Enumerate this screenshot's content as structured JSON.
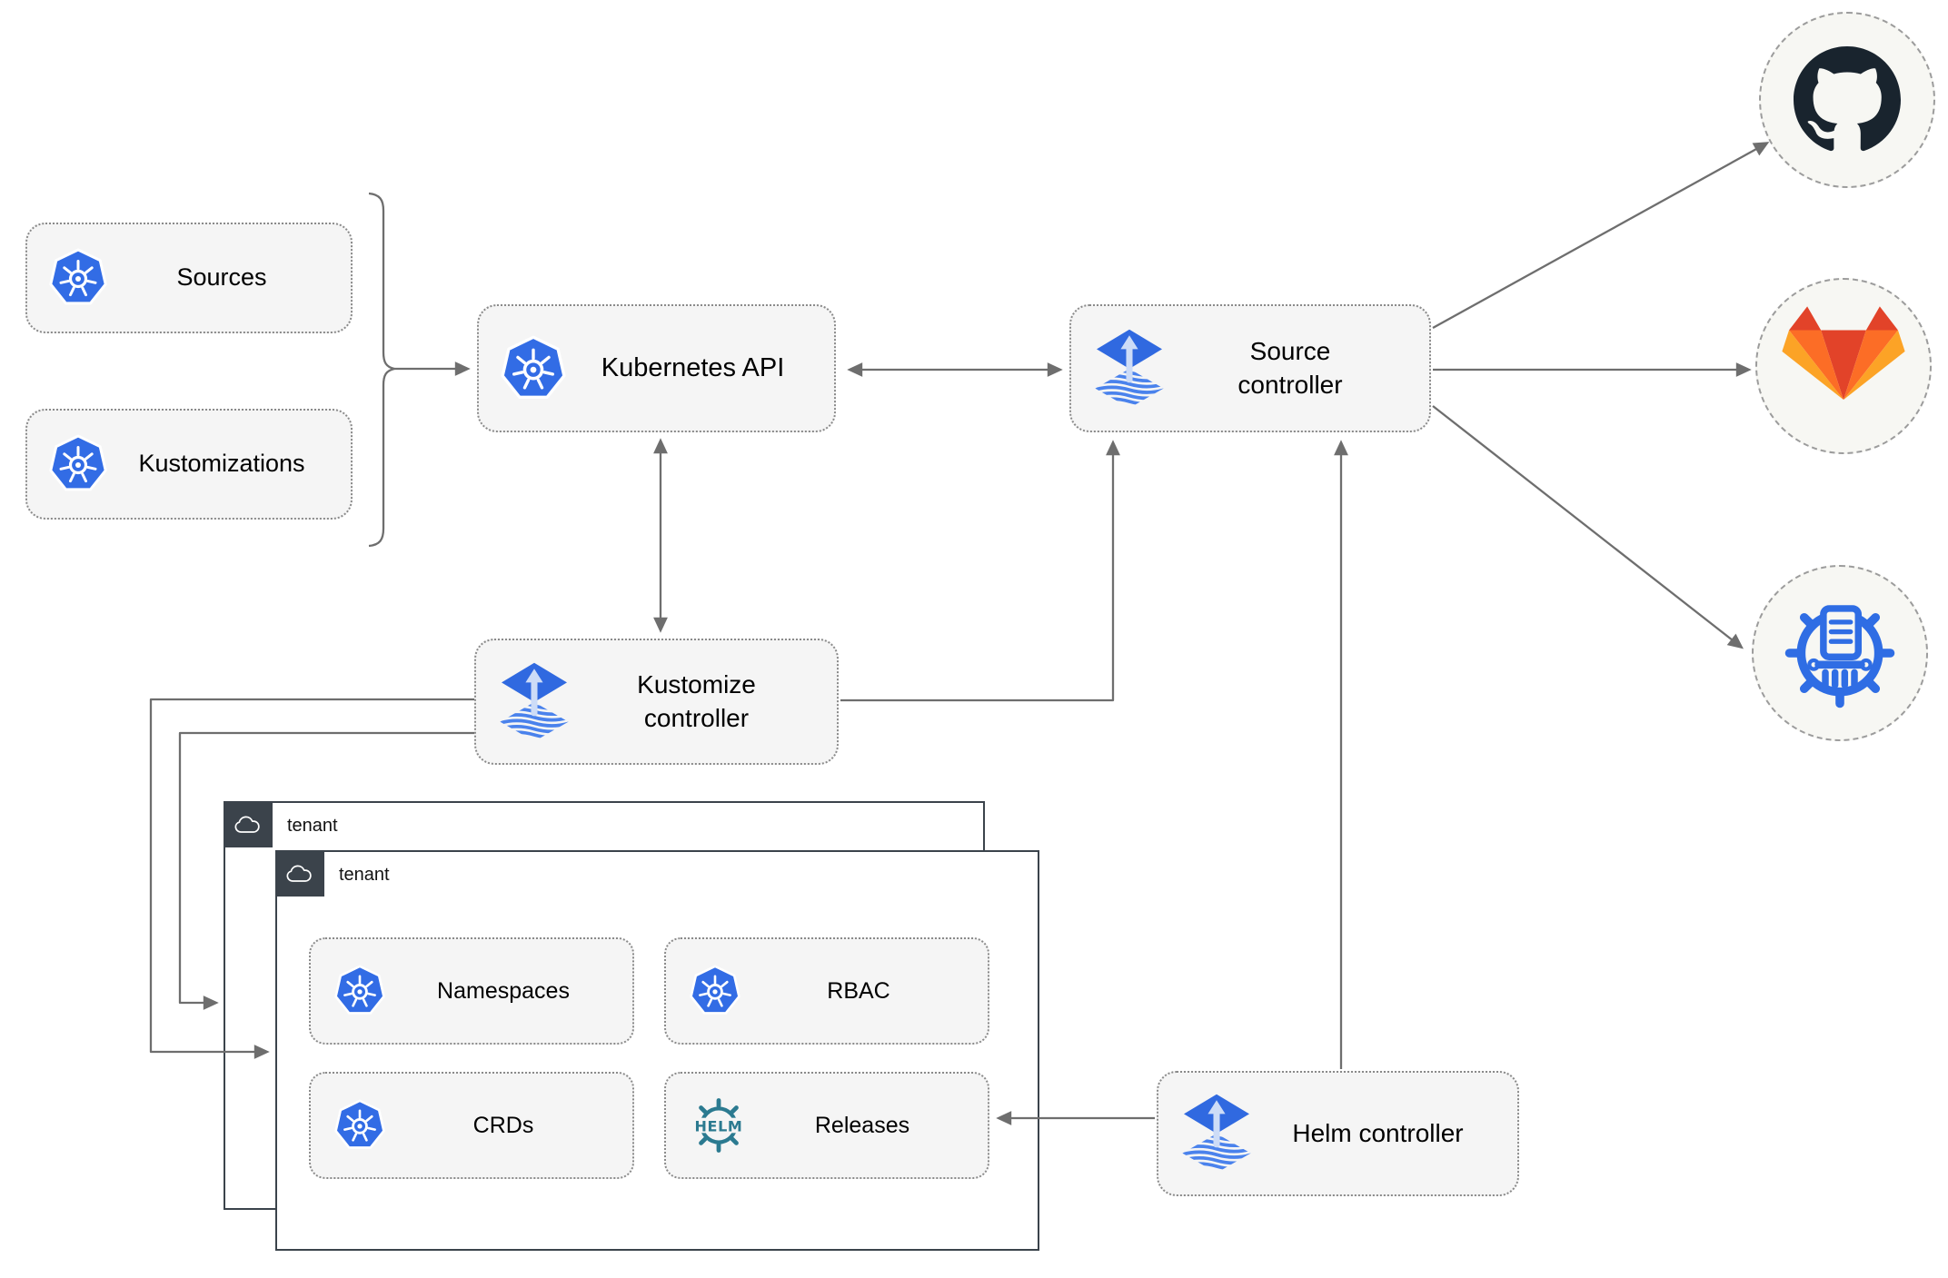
{
  "nodes": {
    "sources": {
      "label": "Sources",
      "icon": "kubernetes-icon"
    },
    "kustomizations": {
      "label": "Kustomizations",
      "icon": "kubernetes-icon"
    },
    "kubernetes_api": {
      "label": "Kubernetes API",
      "icon": "kubernetes-icon"
    },
    "source_controller": {
      "label": "Source controller",
      "icon": "flux-icon"
    },
    "kustomize_controller": {
      "label": "Kustomize controller",
      "icon": "flux-icon"
    },
    "helm_controller": {
      "label": "Helm controller",
      "icon": "flux-icon"
    },
    "namespaces": {
      "label": "Namespaces",
      "icon": "kubernetes-icon"
    },
    "rbac": {
      "label": "RBAC",
      "icon": "kubernetes-icon"
    },
    "crds": {
      "label": "CRDs",
      "icon": "kubernetes-icon"
    },
    "releases": {
      "label": "Releases",
      "icon": "helm-wheel-icon"
    }
  },
  "tenants": {
    "back": {
      "label": "tenant",
      "icon": "cloud-icon"
    },
    "front": {
      "label": "tenant",
      "icon": "cloud-icon"
    }
  },
  "external_sources": {
    "github": {
      "icon": "github-octocat-icon"
    },
    "gitlab": {
      "icon": "gitlab-tanuki-icon"
    },
    "helm_repository": {
      "icon": "chartmuseum-column-icon"
    }
  },
  "helm_logo": {
    "text": "HELM"
  },
  "colors": {
    "kubernetes_blue": "#326CE5",
    "flux_blue": "#3069E0",
    "flux_stripe_blue": "#4A82EC",
    "flux_arrow_light": "#CDDCF7",
    "helm_teal": "#2B7A90",
    "github_dark": "#19242E",
    "gitlab_red": "#E24329",
    "gitlab_orange": "#FC6D26",
    "gitlab_amber": "#FCA326",
    "chartmuseum_blue": "#2F6DE4",
    "node_fill": "#F5F5F5",
    "connector_gray": "#6E6E6E",
    "tenant_dark": "#3B434B"
  }
}
